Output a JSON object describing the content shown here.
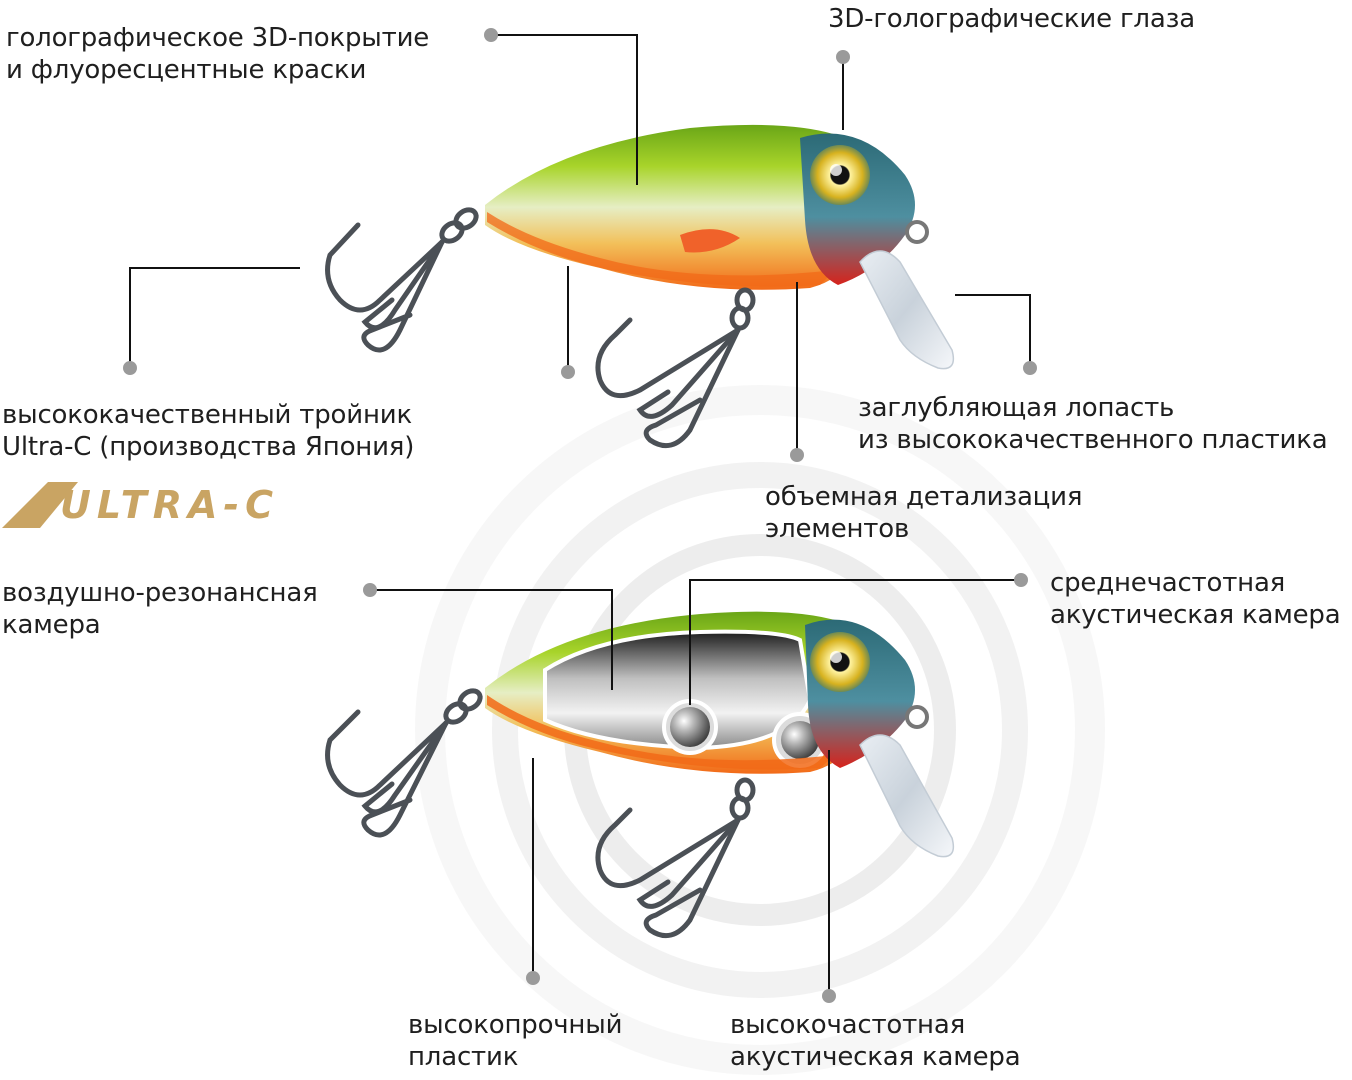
{
  "labels": {
    "coating": [
      "голографическое 3D-покрытие",
      "и флуоресцентные краски"
    ],
    "eyes": [
      "3D-голографические глаза"
    ],
    "treble_hook": [
      "высококачественный тройник",
      "Ultra-C (производства Япония)"
    ],
    "lip": [
      "заглубляющая лопасть",
      "из высококачественного пластика"
    ],
    "detail": [
      "объемная детализация",
      "элементов"
    ],
    "air_chamber": [
      "воздушно-резонансная",
      "камера"
    ],
    "mid_chamber": [
      "среднечастотная",
      "акустическая камера"
    ],
    "plastic": [
      "высокопрочный",
      "пластик"
    ],
    "high_chamber": [
      "высокочастотная",
      "акустическая камера"
    ]
  },
  "brand": {
    "text": "ULTRA-C",
    "color": "#c9a463"
  },
  "colors": {
    "leader_line": "#111111",
    "leader_dot": "#9a9a9a",
    "body_back": "#8fc31f",
    "body_belly": "#f47a1f",
    "head_red": "#d9251d",
    "eye_gold": "#e8c930",
    "hook_metal": "#555a60"
  }
}
